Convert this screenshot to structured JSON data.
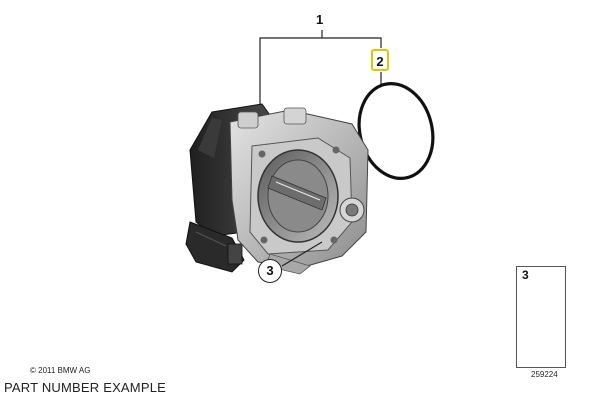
{
  "callouts": {
    "one": "1",
    "two": "2",
    "three": "3"
  },
  "inset": {
    "number": "3",
    "reference": "259224"
  },
  "copyright": "© 2011 BMW AG",
  "footer": "PART NUMBER EXAMPLE",
  "colors": {
    "highlight": "#e8c400",
    "line": "#222222",
    "part_body": "#bcbcbc",
    "part_dark": "#2e2e2e"
  }
}
